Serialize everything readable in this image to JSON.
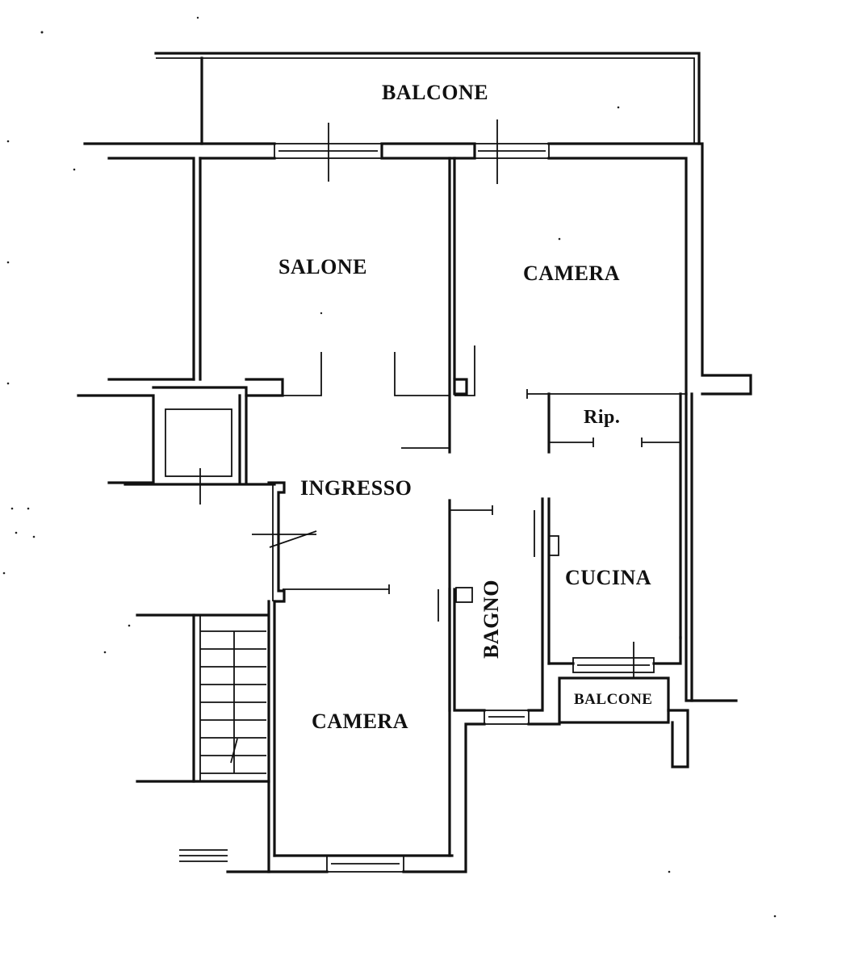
{
  "plan": {
    "rooms": {
      "balcone_top": "BALCONE",
      "salone": "SALONE",
      "camera_top": "CAMERA",
      "ripostiglio": "Rip.",
      "ingresso": "INGRESSO",
      "cucina": "CUCINA",
      "bagno": "BAGNO",
      "balcone_small": "BALCONE",
      "camera_bottom": "CAMERA"
    }
  }
}
